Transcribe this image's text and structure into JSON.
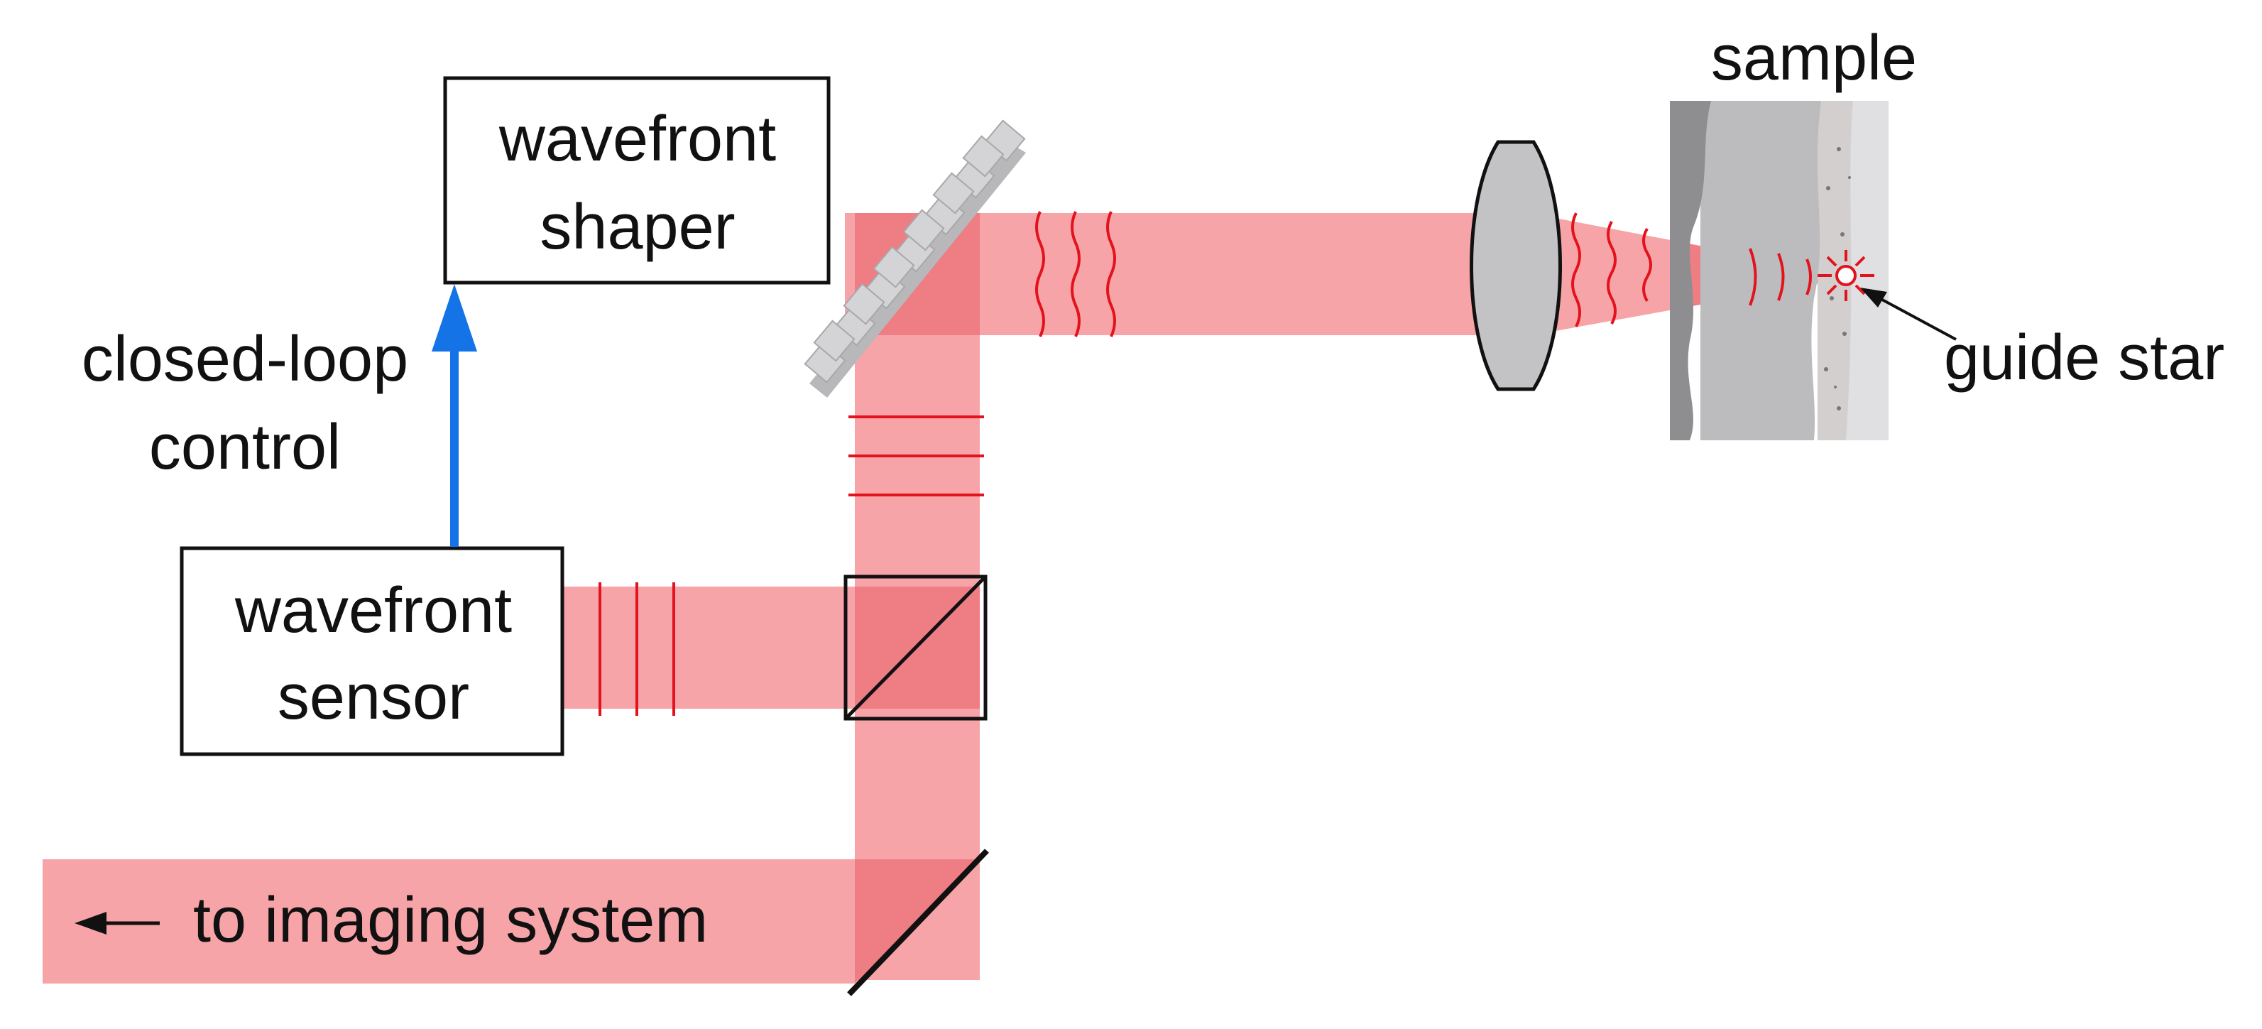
{
  "labels": {
    "wavefront_shaper": [
      "wavefront",
      "shaper"
    ],
    "wavefront_sensor": [
      "wavefront",
      "sensor"
    ],
    "closed_loop": [
      "closed-loop",
      "control"
    ],
    "to_imaging": "to imaging system",
    "sample": "sample",
    "guide_star": "guide star"
  },
  "colors": {
    "beam": "#f7a4a8",
    "beam_overlap": "#ee7d84",
    "wavefront_line": "#e3131d",
    "control_arrow": "#1473e6",
    "outline": "#111111",
    "lens_fill": "#c3c3c5",
    "sample_dark": "#8e8e90",
    "sample_mid": "#bcbcbe",
    "sample_light": "#e0e0e2",
    "sample_spotted": "#d2cfce"
  },
  "icons": {
    "mirror": "mirror-icon",
    "beam_splitter": "beam-splitter-icon",
    "lens": "lens-icon",
    "deformable_mirror": "deformable-mirror-icon",
    "guide_star": "guide-star-icon"
  }
}
